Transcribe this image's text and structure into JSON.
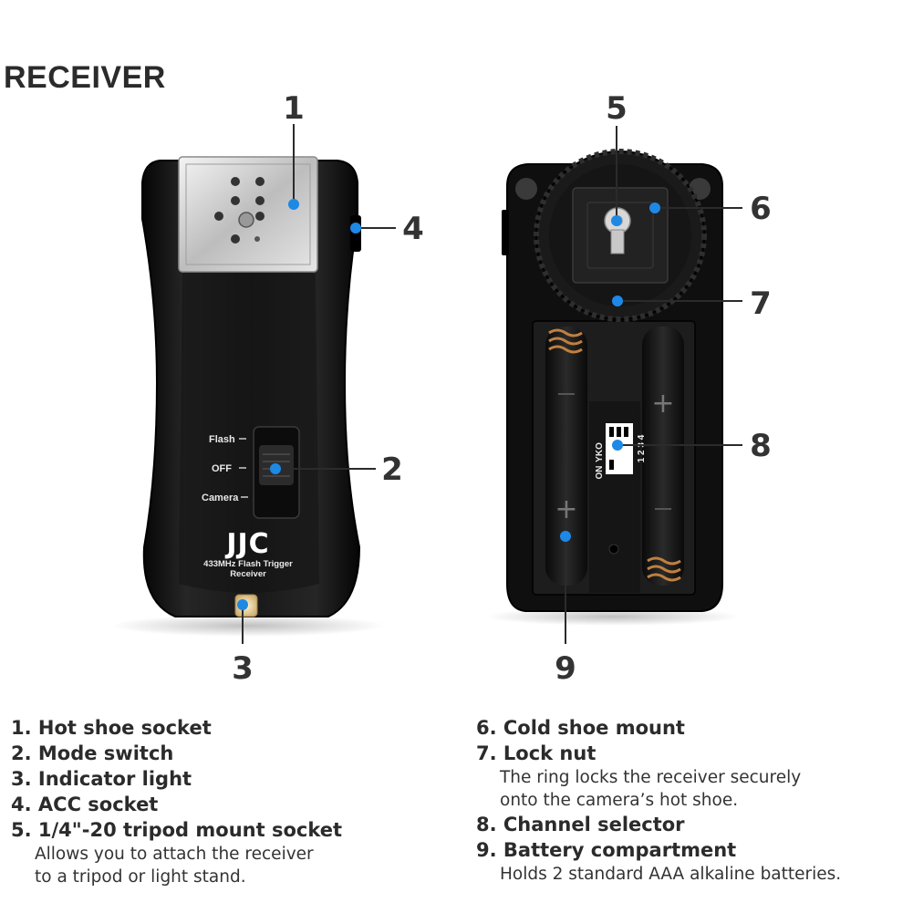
{
  "title": "RECEIVER",
  "device": {
    "switch_labels": [
      "Flash",
      "OFF",
      "Camera"
    ],
    "brand": "JJC",
    "model_line1": "433MHz Flash Trigger",
    "model_line2": "Receiver",
    "dip_top": "YKO",
    "dip_on": "ON",
    "dip_numbers": "1 2 3 4"
  },
  "callouts": [
    "1",
    "2",
    "3",
    "4",
    "5",
    "6",
    "7",
    "8",
    "9"
  ],
  "legend_left": [
    {
      "label": "1. Hot shoe socket"
    },
    {
      "label": "2. Mode switch"
    },
    {
      "label": "3. Indicator light"
    },
    {
      "label": "4. ACC socket"
    },
    {
      "label": "5. 1/4\"-20 tripod mount socket",
      "desc": [
        "Allows you to attach the receiver",
        "to a tripod or light stand."
      ]
    }
  ],
  "legend_right": [
    {
      "label": "6. Cold shoe mount"
    },
    {
      "label": "7. Lock nut",
      "desc": [
        "The ring locks the receiver securely",
        "onto the camera’s hot shoe."
      ]
    },
    {
      "label": "8. Channel selector"
    },
    {
      "label": "9. Battery compartment",
      "desc": [
        "Holds 2 standard AAA alkaline batteries."
      ]
    }
  ],
  "colors": {
    "marker": "#1e88e5",
    "body": "#111111"
  }
}
